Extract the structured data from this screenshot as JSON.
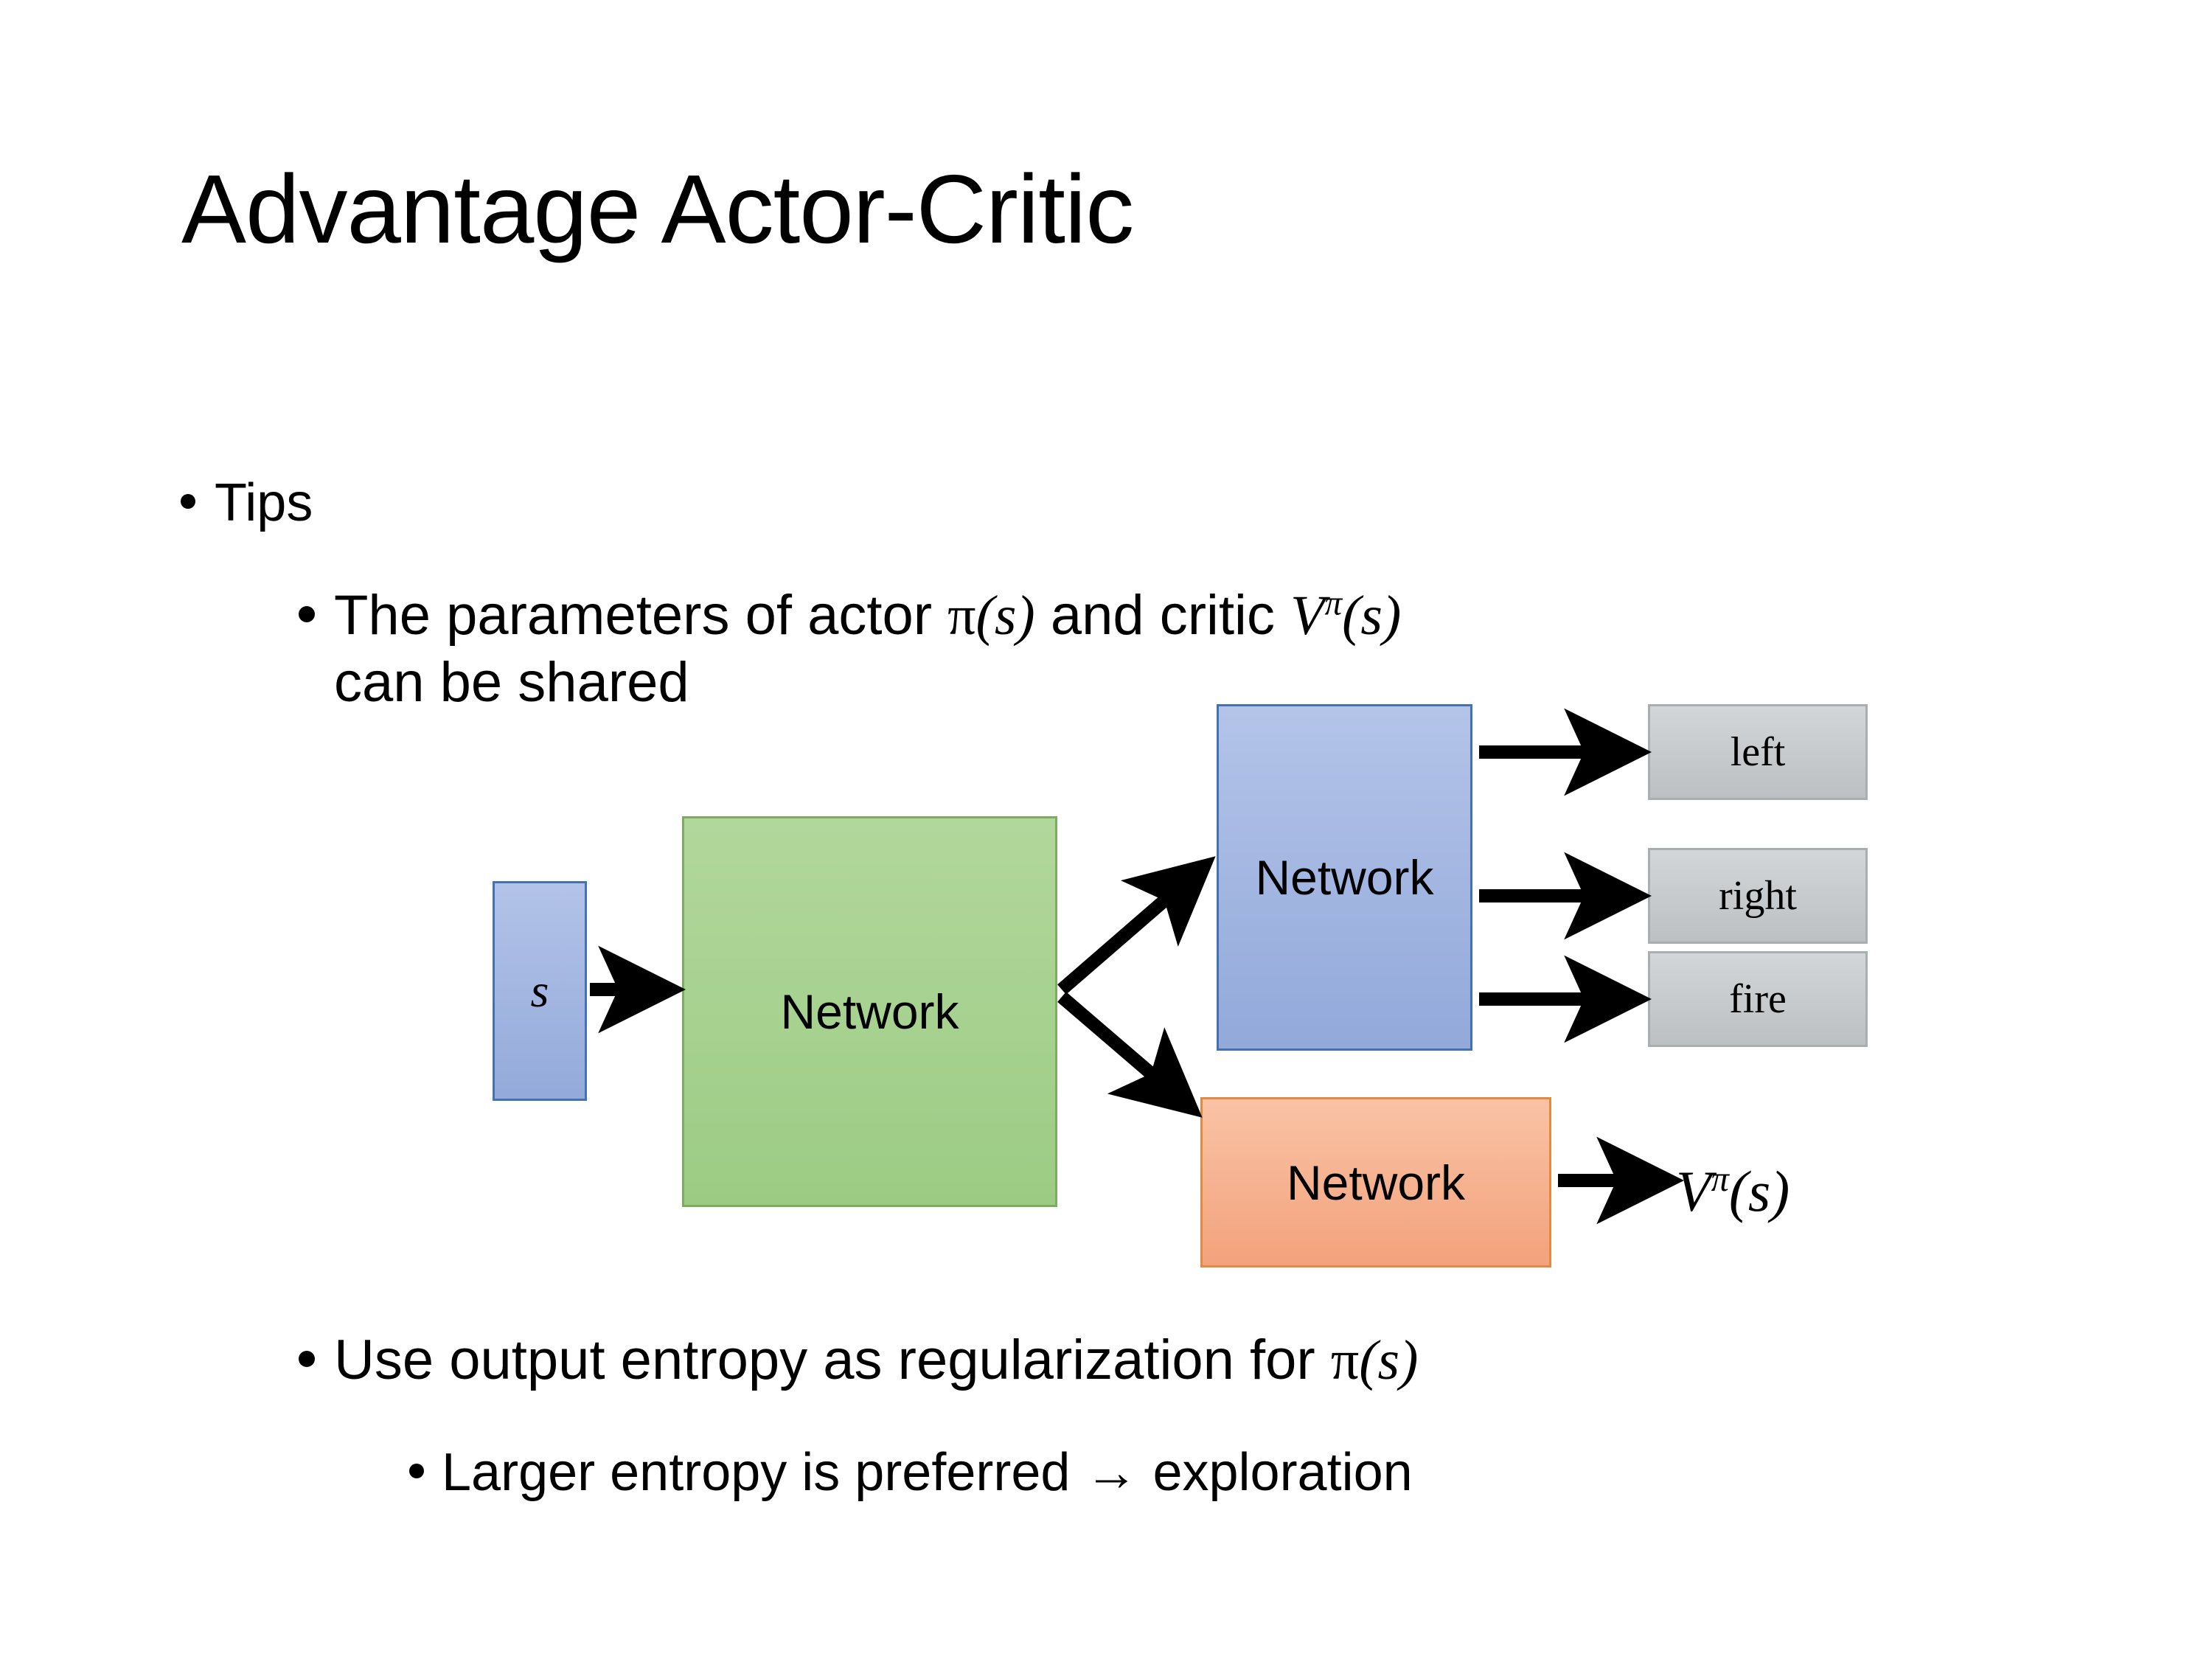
{
  "slide": {
    "title": "Advantage Actor-Critic",
    "background_color": "#ffffff",
    "text_color": "#000000"
  },
  "bullets": {
    "tips": "Tips",
    "shared_params_line1_prefix": "The parameters of actor ",
    "shared_params_pi": "π",
    "shared_params_pi_arg": "(s)",
    "shared_params_mid": "  and critic ",
    "shared_params_V": "V",
    "shared_params_V_sup": "π",
    "shared_params_V_arg": "(s)",
    "shared_params_line2": "can be shared",
    "entropy_prefix": "Use output entropy as regularization for ",
    "entropy_pi": "π",
    "entropy_pi_arg": "(s)",
    "exploration": "Larger entropy is preferred → exploration"
  },
  "diagram": {
    "state_box": {
      "label": "s",
      "fill": "#9cb3de",
      "border": "#4472b0"
    },
    "shared_network_box": {
      "label": "Network",
      "fill": "#a8d492",
      "border": "#7aae5e"
    },
    "actor_network_box": {
      "label": "Network",
      "fill": "#9db2e2",
      "border": "#4472b0"
    },
    "critic_network_box": {
      "label": "Network",
      "fill": "#f5ae8c",
      "border": "#e08a44"
    },
    "action_boxes": [
      {
        "label": "left",
        "fill": "#c6cace",
        "border": "#a9aeb1"
      },
      {
        "label": "right",
        "fill": "#c6cace",
        "border": "#a9aeb1"
      },
      {
        "label": "fire",
        "fill": "#c6cace",
        "border": "#a9aeb1"
      }
    ],
    "critic_output": {
      "V": "V",
      "sup": "π",
      "arg": "(s)"
    },
    "arrow_color": "#000000"
  }
}
